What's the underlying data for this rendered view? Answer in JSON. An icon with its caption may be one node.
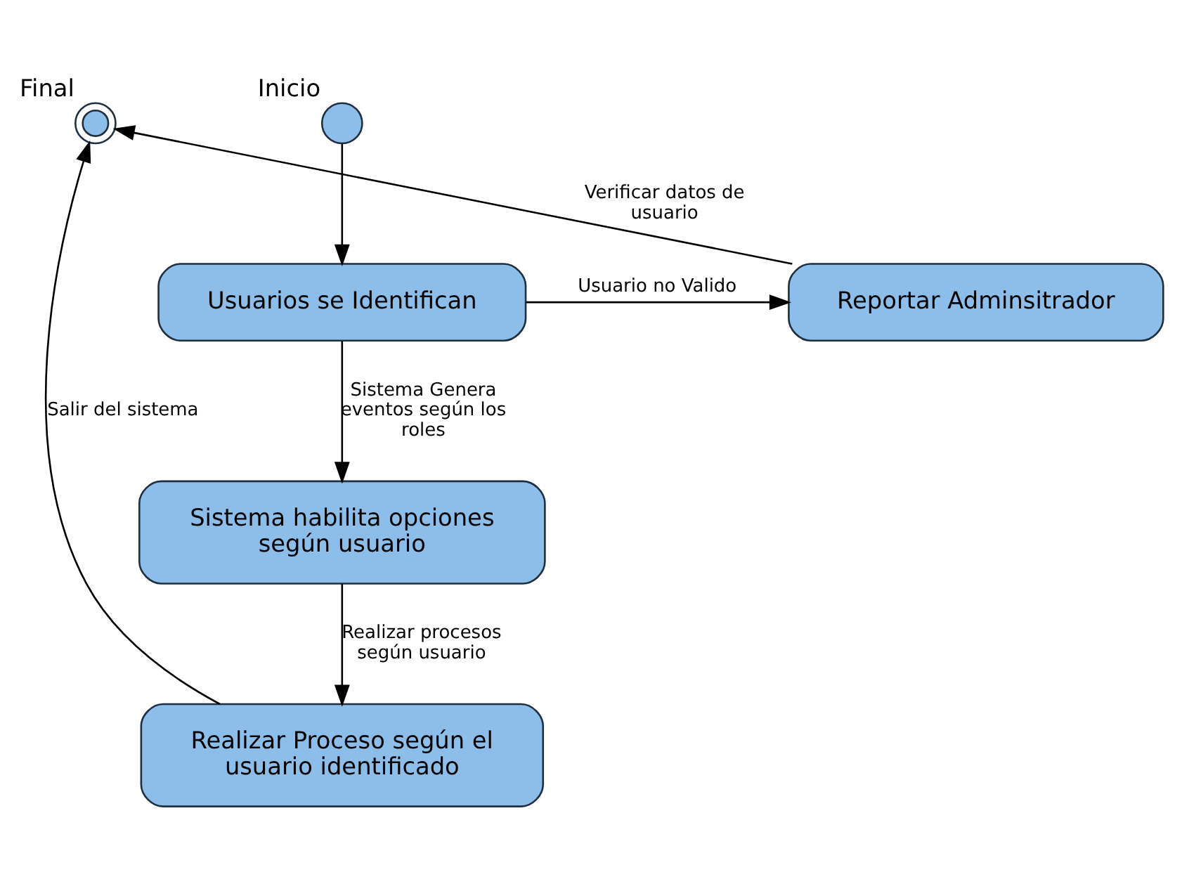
{
  "diagram": {
    "nodes": [
      {
        "text": [
          "Final"
        ]
      },
      {
        "text": [
          "Inicio"
        ]
      },
      {
        "text": [
          "Usuarios se Identifican"
        ]
      },
      {
        "text": [
          "Reportar Adminsitrador"
        ]
      },
      {
        "text": [
          "Sistema habilita opciones según usuario"
        ]
      },
      {
        "text": [
          "Realizar Proceso según el usuario identificado"
        ]
      }
    ],
    "edges": [
      {
        "from": 1,
        "to": 2,
        "arrow": "to"
      },
      {
        "from": 2,
        "to": 3,
        "arrow": "to",
        "label": "Usuario no Valido"
      },
      {
        "from": 2,
        "to": 4,
        "arrow": "to",
        "label": "Sistema Genera eventos según los roles"
      },
      {
        "from": 4,
        "to": 5,
        "arrow": "to",
        "label": "Realizar procesos según usuario"
      },
      {
        "from": 5,
        "to": 0,
        "arrow": "to",
        "label": "Salir del sistema"
      },
      {
        "from": 3,
        "to": 0,
        "arrow": "to",
        "label": "Verificar datos de usuario"
      }
    ]
  }
}
